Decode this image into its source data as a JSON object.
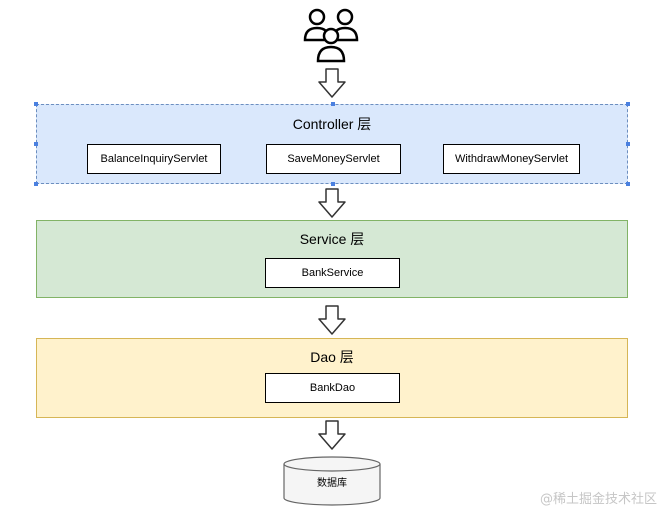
{
  "controller_layer": {
    "title": "Controller 层",
    "boxes": [
      "BalanceInquiryServlet",
      "SaveMoneyServlet",
      "WithdrawMoneyServlet"
    ]
  },
  "service_layer": {
    "title": "Service 层",
    "boxes": [
      "BankService"
    ]
  },
  "dao_layer": {
    "title": "Dao 层",
    "boxes": [
      "BankDao"
    ]
  },
  "database": {
    "label": "数据库"
  },
  "watermark": "@稀土掘金技术社区",
  "colors": {
    "controller_fill": "#dae8fc",
    "controller_border": "#6c8ebf",
    "service_fill": "#d5e8d4",
    "service_border": "#82b366",
    "dao_fill": "#fff2cc",
    "dao_border": "#d6b656",
    "selection_handle": "#4a80e0"
  },
  "icons": [
    "users-icon",
    "down-arrow-icon",
    "database-cylinder-icon"
  ]
}
